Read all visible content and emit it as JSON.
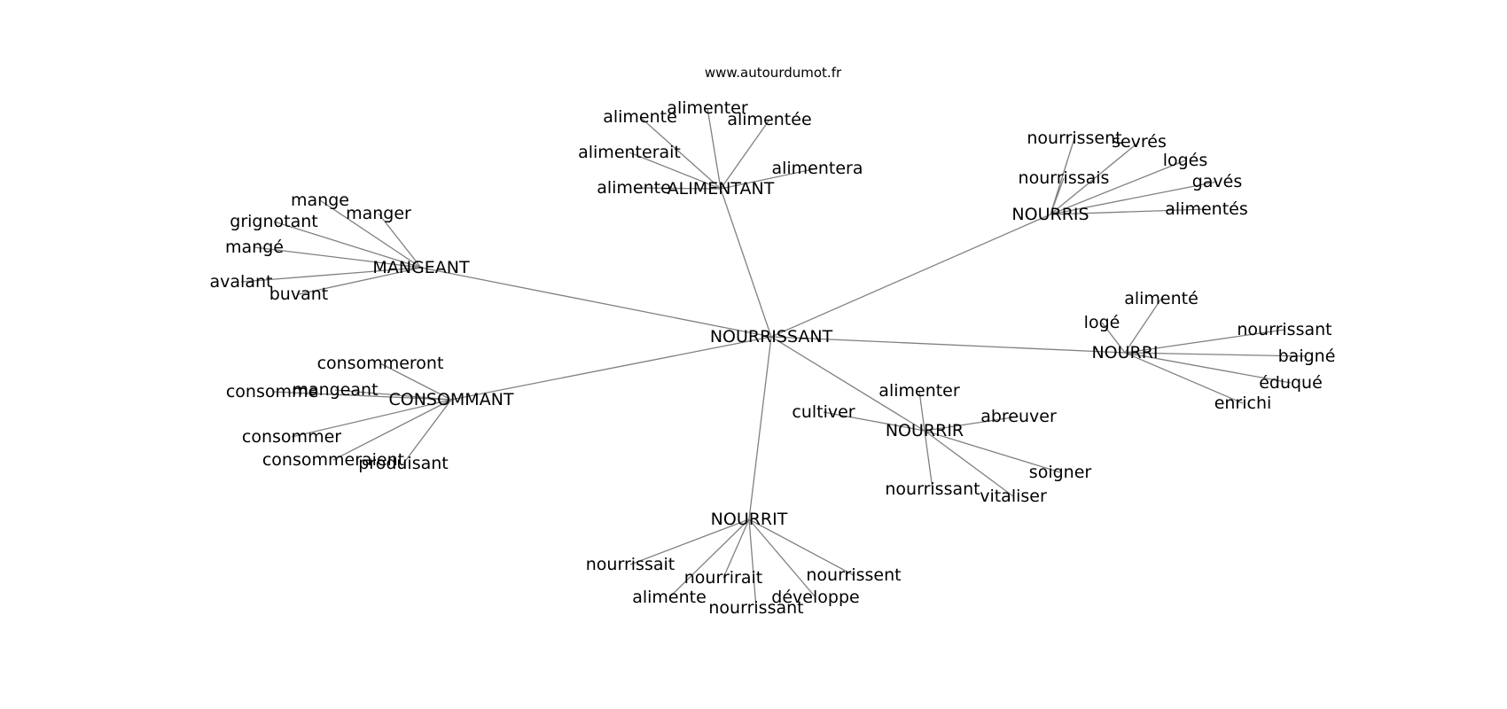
{
  "site": "www.autourdumot.fr",
  "center": "NOURRISSANT",
  "hubs": [
    {
      "id": "alimentant",
      "label": "ALIMENTANT",
      "leaves": [
        "alimente",
        "alimenter",
        "alimentée",
        "alimenterait",
        "alimentera",
        "alimente"
      ]
    },
    {
      "id": "nourris",
      "label": "NOURRIS",
      "leaves": [
        "nourrissent",
        "sevrés",
        "logés",
        "nourrissais",
        "gavés",
        "alimentés"
      ]
    },
    {
      "id": "mangeant",
      "label": "MANGEANT",
      "leaves": [
        "mange",
        "manger",
        "grignotant",
        "mangé",
        "avalant",
        "buvant"
      ]
    },
    {
      "id": "nourri",
      "label": "NOURRI",
      "leaves": [
        "alimenté",
        "logé",
        "nourrissant",
        "baigné",
        "éduqué",
        "enrichi"
      ]
    },
    {
      "id": "consommant",
      "label": "CONSOMMANT",
      "leaves": [
        "consommeront",
        "consomme",
        "mangeant",
        "consommer",
        "consommeraient",
        "produisant"
      ]
    },
    {
      "id": "nourrir",
      "label": "NOURRIR",
      "leaves": [
        "alimenter",
        "cultiver",
        "abreuver",
        "soigner",
        "nourrissant",
        "vitaliser"
      ]
    },
    {
      "id": "nourrit",
      "label": "NOURRIT",
      "leaves": [
        "nourrissait",
        "nourrirait",
        "nourrissent",
        "alimente",
        "développe",
        "nourrissant"
      ]
    }
  ]
}
